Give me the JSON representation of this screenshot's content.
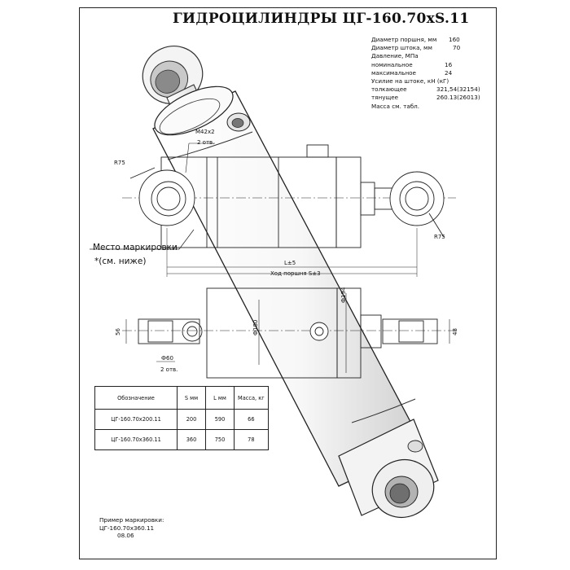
{
  "title": "ГИДРОЦИЛИНДРЫ ЦГ-160.70хS.11",
  "specs": [
    {
      "label": "Диаметр поршня, мм",
      "value": "160"
    },
    {
      "label": "Диаметр штока, мм",
      "value": "70"
    },
    {
      "label": "Давление, МПа",
      "value": ""
    },
    {
      "label": "номинальное",
      "value": "16"
    },
    {
      "label": "максимальное",
      "value": "24"
    },
    {
      "label": "Усилие на штоке, кН (кГ)",
      "value": ""
    },
    {
      "label": "толкающее",
      "value": "321,54(32154)"
    },
    {
      "label": "тянущее",
      "value": "260.13(26013)"
    },
    {
      "label": "Масса см. табл.",
      "value": ""
    }
  ],
  "annotations": {
    "thread": "М42х2",
    "holes_top": "2 отв.",
    "radius_left": "R75",
    "radius_right": "R75",
    "marking_place": "Место маркировки",
    "see_below": "*(см. ниже)",
    "length_l": "L±5",
    "stroke": "Ход поршня S±3",
    "dia_194": "Ф194",
    "dia_180": "Ф180",
    "dim_56": "56",
    "dim_48": "48",
    "dia_60": "Ф60",
    "holes_bottom": "2 отв."
  },
  "table": {
    "headers": [
      "Обозначение",
      "S мм",
      "L мм",
      "Масса, кг"
    ],
    "rows": [
      [
        "ЦГ-160.70х200.11",
        "200",
        "590",
        "66"
      ],
      [
        "ЦГ-160.70х360.11",
        "360",
        "750",
        "78"
      ]
    ]
  },
  "example": {
    "heading": "Пример маркировки:",
    "line1": "ЦГ-160.70х360.11",
    "line2": "08.06"
  }
}
